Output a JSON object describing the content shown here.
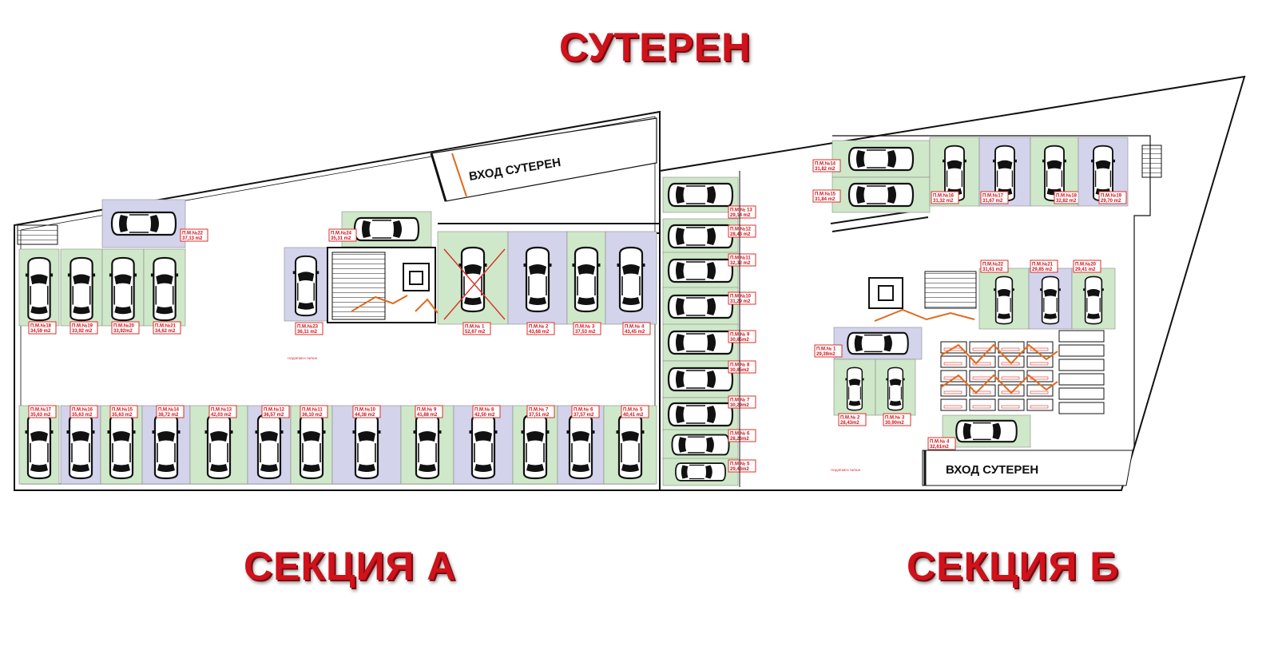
{
  "titles": {
    "main": "СУТЕРЕН",
    "section_a": "СЕКЦИЯ А",
    "section_b": "СЕКЦИЯ Б"
  },
  "entrances": {
    "a": "ВХОД СУТЕРЕН",
    "b": "ВХОД СУТЕРЕН"
  },
  "garage_notes": {
    "a": "ПОДЗЕМЕН ГАРАЖ",
    "b": "ПОДЗЕМЕН ГАРАЖ"
  },
  "colors": {
    "title_red": "#d0121b",
    "label_red": "#d9302a",
    "spot_green": "#cfe8c9",
    "spot_purple": "#d3d3ec",
    "wall": "#111111"
  },
  "section_a": {
    "spots": [
      {
        "num": "П.М.№22",
        "area": "37,13 m2",
        "orient": "h",
        "color": "purple"
      },
      {
        "num": "П.М.№18",
        "area": "34,59 m2",
        "orient": "v",
        "color": "green"
      },
      {
        "num": "П.М.№19",
        "area": "33,92 m2",
        "orient": "v",
        "color": "green"
      },
      {
        "num": "П.М.№20",
        "area": "33,92m2",
        "orient": "v",
        "color": "green"
      },
      {
        "num": "П.М.№21",
        "area": "34,62 m2",
        "orient": "v",
        "color": "green"
      },
      {
        "num": "П.М.№24",
        "area": "35,31 m2",
        "orient": "h",
        "color": "green"
      },
      {
        "num": "П.М.№23",
        "area": "36,11 m2",
        "orient": "v",
        "color": "purple"
      },
      {
        "num": "П.М.№ 1",
        "area": "52,67 m2",
        "orient": "v",
        "color": "green"
      },
      {
        "num": "П.М.№ 2",
        "area": "43,68 m2",
        "orient": "v",
        "color": "purple"
      },
      {
        "num": "П.М.№ 3",
        "area": "37,53 m2",
        "orient": "v",
        "color": "green"
      },
      {
        "num": "П.М.№ 4",
        "area": "43,45 m2",
        "orient": "v",
        "color": "purple"
      },
      {
        "num": "П.М.№17",
        "area": "35,63 m2",
        "orient": "v",
        "color": "green"
      },
      {
        "num": "П.М.№16",
        "area": "35,63 m2",
        "orient": "v",
        "color": "purple"
      },
      {
        "num": "П.М.№15",
        "area": "35,63 m2",
        "orient": "v",
        "color": "green"
      },
      {
        "num": "П.М.№14",
        "area": "38,72 m2",
        "orient": "v",
        "color": "purple"
      },
      {
        "num": "П.М.№13",
        "area": "42,03 m2",
        "orient": "v",
        "color": "green"
      },
      {
        "num": "П.М.№12",
        "area": "36,57 m2",
        "orient": "v",
        "color": "purple"
      },
      {
        "num": "П.М.№11",
        "area": "36,10 m2",
        "orient": "v",
        "color": "green"
      },
      {
        "num": "П.М.№10",
        "area": "44,38 m2",
        "orient": "v",
        "color": "purple"
      },
      {
        "num": "П.М.№ 9",
        "area": "41,88 m2",
        "orient": "v",
        "color": "green"
      },
      {
        "num": "П.М.№ 8",
        "area": "42,50 m2",
        "orient": "v",
        "color": "purple"
      },
      {
        "num": "П.М.№ 7",
        "area": "37,51 m2",
        "orient": "v",
        "color": "green"
      },
      {
        "num": "П.М.№ 6",
        "area": "37,57 m2",
        "orient": "v",
        "color": "purple"
      },
      {
        "num": "П.М.№ 5",
        "area": "40,41 m2",
        "orient": "v",
        "color": "green"
      }
    ]
  },
  "section_middle": {
    "spots": [
      {
        "num": "П.М.№ 13",
        "area": "29,14 m2",
        "orient": "h",
        "color": "green"
      },
      {
        "num": "П.М.№12",
        "area": "28,43 m2",
        "orient": "h",
        "color": "green"
      },
      {
        "num": "П.М.№11",
        "area": "32,32 m2",
        "orient": "h",
        "color": "green"
      },
      {
        "num": "П.М.№10",
        "area": "31,29 m2",
        "orient": "h",
        "color": "green"
      },
      {
        "num": "П.М.№ 9",
        "area": "30,85m2",
        "orient": "h",
        "color": "green"
      },
      {
        "num": "П.М.№ 8",
        "area": "30,85m2",
        "orient": "h",
        "color": "green"
      },
      {
        "num": "П.М.№ 7",
        "area": "30,29m2",
        "orient": "h",
        "color": "green"
      },
      {
        "num": "П.М.№ 6",
        "area": "28,26m2",
        "orient": "h",
        "color": "green"
      },
      {
        "num": "П.М.№ 5",
        "area": "29,43m2",
        "orient": "h",
        "color": "green"
      }
    ]
  },
  "section_b": {
    "spots": [
      {
        "num": "П.М.№14",
        "area": "31,82 m2",
        "orient": "h",
        "color": "green"
      },
      {
        "num": "П.М.№15",
        "area": "31,84 m2",
        "orient": "h",
        "color": "green"
      },
      {
        "num": "П.М.№16",
        "area": "31,32 m2",
        "orient": "v",
        "color": "green"
      },
      {
        "num": "П.М.№17",
        "area": "31,67 m2",
        "orient": "v",
        "color": "purple"
      },
      {
        "num": "П.М.№18",
        "area": "32,82 m2",
        "orient": "v",
        "color": "green"
      },
      {
        "num": "П.М.№19",
        "area": "29,70 m2",
        "orient": "v",
        "color": "purple"
      },
      {
        "num": "П.М.№22",
        "area": "31,61 m2",
        "orient": "v",
        "color": "green"
      },
      {
        "num": "П.М.№21",
        "area": "29,85 m2",
        "orient": "v",
        "color": "purple"
      },
      {
        "num": "П.М.№20",
        "area": "29,41 m2",
        "orient": "v",
        "color": "green"
      },
      {
        "num": "П.М.№ 1",
        "area": "29,39m2",
        "orient": "h",
        "color": "purple"
      },
      {
        "num": "П.М.№ 2",
        "area": "28,43m2",
        "orient": "v",
        "color": "green"
      },
      {
        "num": "П.М.№ 3",
        "area": "30,90m2",
        "orient": "v",
        "color": "green"
      },
      {
        "num": "П.М.№ 4",
        "area": "32,61m2",
        "orient": "h",
        "color": "green"
      }
    ]
  }
}
